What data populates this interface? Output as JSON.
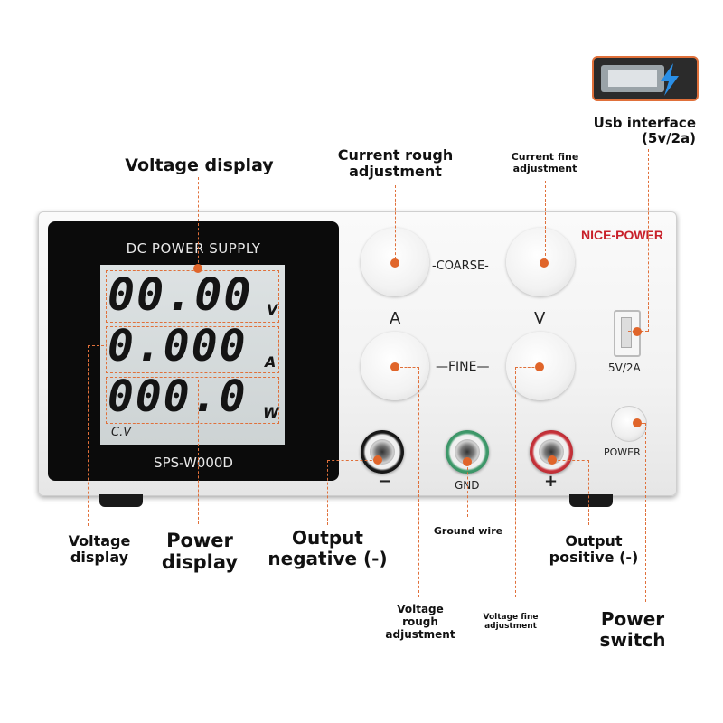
{
  "callouts": {
    "voltage_display_top": "Voltage display",
    "current_rough": "Current rough\nadjustment",
    "current_fine": "Current fine\nadjustment",
    "usb_interface": "Usb interface\n(5v/2a)",
    "voltage_display_left": "Voltage\ndisplay",
    "power_display": "Power\ndisplay",
    "output_negative": "Output\nnegative (-)",
    "ground_wire": "Ground wire",
    "output_positive": "Output\npositive (-)",
    "voltage_rough": "Voltage\nrough\nadjustment",
    "voltage_fine": "Voltage fine\nadjustment",
    "power_switch": "Power\nswitch"
  },
  "device": {
    "bezel_title": "DC POWER SUPPLY",
    "model": "SPS-W000D",
    "brand": "NICE-POWER",
    "lcd": {
      "voltage": "00.00",
      "voltage_unit": "V",
      "current": "0.000",
      "current_unit": "A",
      "power": "000.0",
      "power_unit": "W",
      "mode": "C.V"
    },
    "coarse_label": "-COARSE-",
    "fine_label": "—FINE—",
    "a_label": "A",
    "v_label": "V",
    "usb_label": "5V/2A",
    "power_label": "POWER",
    "neg_label": "−",
    "gnd_label": "GND",
    "pos_label": "+"
  },
  "colors": {
    "accent_dot": "#e0652a",
    "neg_terminal": "#1a1a1a",
    "gnd_terminal": "#3f9a6b",
    "pos_terminal": "#c8323a",
    "usb_bolt": "#2a8fe6"
  },
  "icons": [
    "usb-bolt-icon",
    "usb-port-icon",
    "power-button-icon"
  ]
}
